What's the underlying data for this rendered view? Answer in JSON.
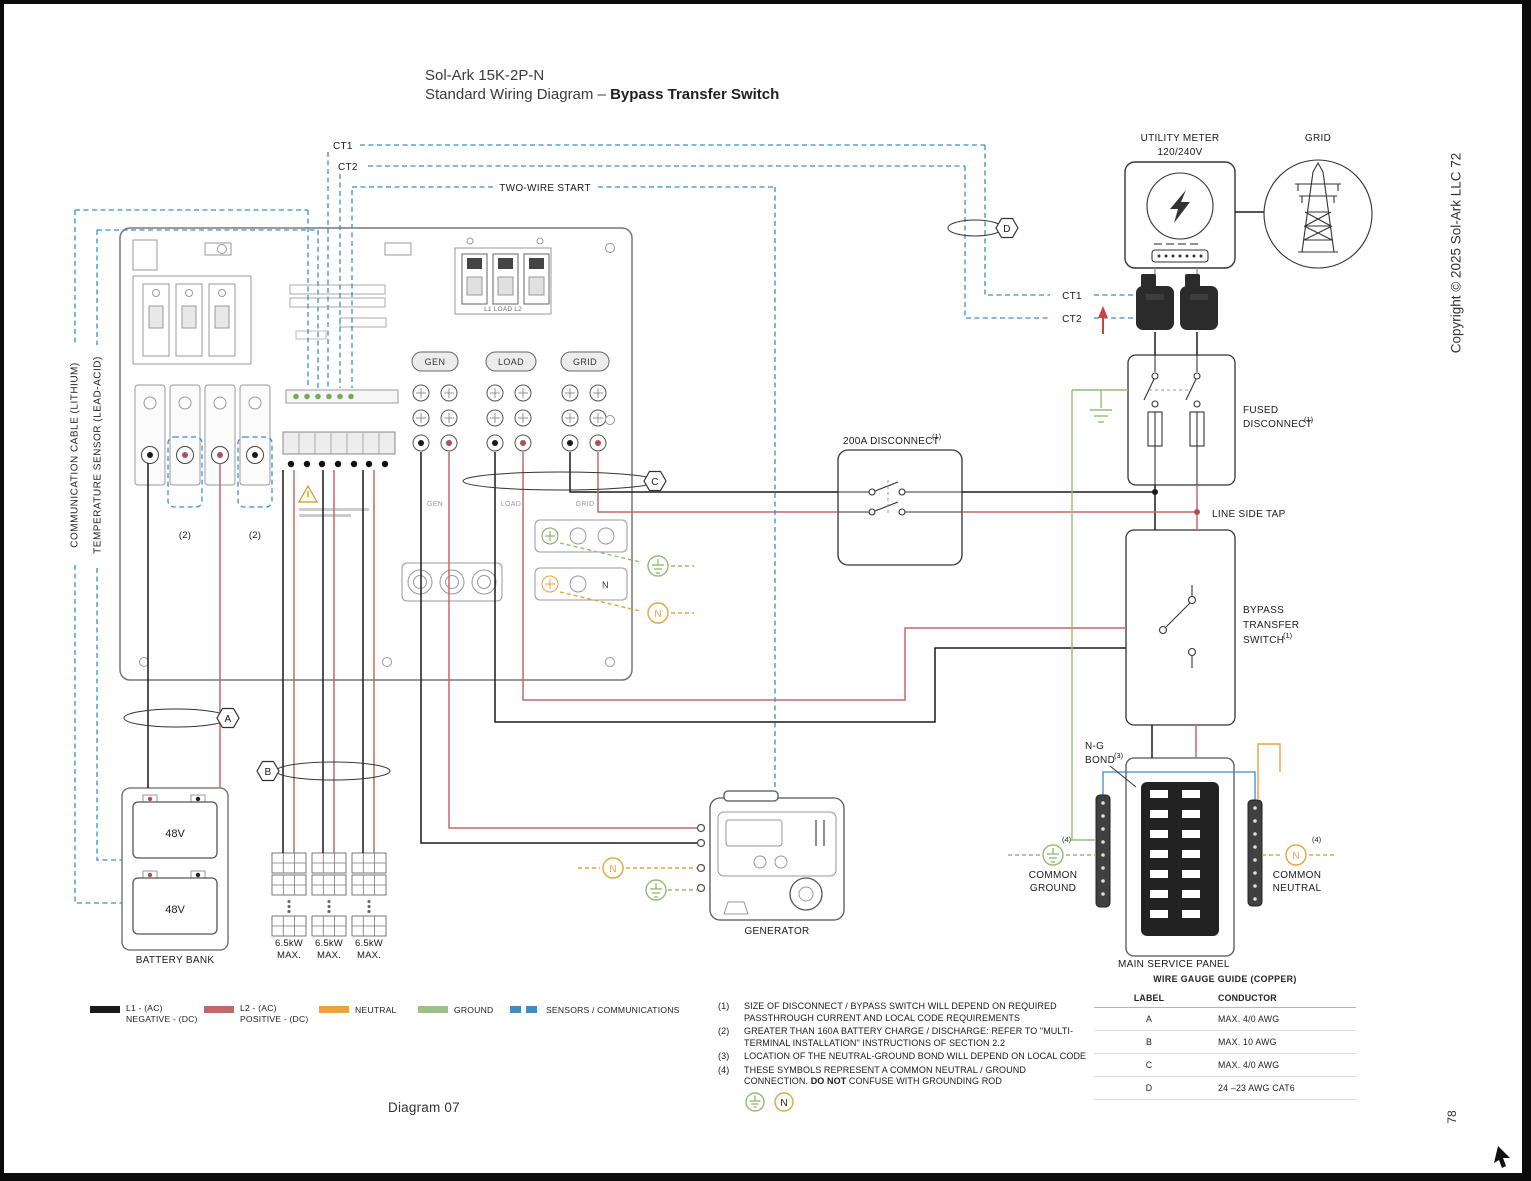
{
  "title": {
    "product": "Sol-Ark 15K-2P-N",
    "doc": "Standard Wiring Diagram – ",
    "doc_bold": "Bypass Transfer Switch"
  },
  "side": {
    "copyright": "Copyright © 2025 Sol-Ark LLC 72",
    "page": "78"
  },
  "footer": {
    "diagram": "Diagram 07"
  },
  "labels": {
    "ct1": "CT1",
    "ct2": "CT2",
    "two_wire_start": "TWO-WIRE START",
    "utility_meter": "UTILITY METER",
    "utility_meter_v": "120/240V",
    "grid": "GRID",
    "fused_1": "FUSED",
    "fused_2": "DISCONNECT",
    "line_side_tap": "LINE SIDE TAP",
    "disconnect_200a": "200A DISCONNECT",
    "bypass_1": "BYPASS",
    "bypass_2": "TRANSFER",
    "bypass_3": "SWITCH",
    "ng_1": "N-G",
    "ng_2": "BOND",
    "main_service_panel": "MAIN SERVICE PANEL",
    "common": "COMMON",
    "ground": "GROUND",
    "neutral": "NEUTRAL",
    "generator": "GENERATOR",
    "sup1": "(1)",
    "sup3": "(3)",
    "sup4": "(4)"
  },
  "vertical_labels": {
    "comm_cable": "COMMUNICATION CABLE (LITHIUM)",
    "temp_sensor": "TEMPERATURE SENSOR (LEAD-ACID)"
  },
  "inverter": {
    "ports": {
      "gen": "GEN",
      "load": "LOAD",
      "grid": "GRID"
    },
    "ac_block": "L1   LOAD   L2",
    "qty": "(2)",
    "n_port": "N"
  },
  "battery": {
    "title": "BATTERY BANK",
    "units": [
      "48V",
      "48V"
    ]
  },
  "pv": {
    "items": [
      {
        "kw": "6.5kW",
        "max": "MAX."
      },
      {
        "kw": "6.5kW",
        "max": "MAX."
      },
      {
        "kw": "6.5kW",
        "max": "MAX."
      }
    ]
  },
  "connectors": {
    "a": "A",
    "b": "B",
    "c": "C",
    "d": "D"
  },
  "symbols": {
    "neutral": "N"
  },
  "legend": {
    "items": [
      {
        "line1": "L1 - (AC)",
        "line2": "NEGATIVE - (DC)",
        "color": "#1a1a1a"
      },
      {
        "line1": "L2 - (AC)",
        "line2": "POSITIVE - (DC)",
        "color": "#c0696a"
      },
      {
        "line1": "NEUTRAL",
        "line2": "",
        "color": "#e8a33d"
      },
      {
        "line1": "GROUND",
        "line2": "",
        "color": "#9dc183"
      },
      {
        "line1": "SENSORS / COMMUNICATIONS",
        "line2": "",
        "color": "#3b8ec8"
      }
    ]
  },
  "notes": {
    "items": [
      {
        "num": "(1)",
        "text": "SIZE OF DISCONNECT / BYPASS SWITCH WILL DEPEND ON REQUIRED PASSTHROUGH CURRENT AND LOCAL CODE REQUIREMENTS"
      },
      {
        "num": "(2)",
        "text": "GREATER THAN 160A BATTERY CHARGE / DISCHARGE: REFER TO \"MULTI-TERMINAL INSTALLATION\" INSTRUCTIONS OF SECTION 2.2"
      },
      {
        "num": "(3)",
        "text": "LOCATION OF THE NEUTRAL-GROUND BOND WILL DEPEND ON LOCAL CODE"
      },
      {
        "num": "(4)",
        "text_a": "THESE SYMBOLS REPRESENT A COMMON NEUTRAL / GROUND CONNECTION. ",
        "text_bold": "DO NOT",
        "text_b": " CONFUSE WITH GROUNDING ROD"
      }
    ]
  },
  "wire_table": {
    "title": "WIRE GAUGE GUIDE (COPPER)",
    "headers": [
      "LABEL",
      "CONDUCTOR"
    ],
    "rows": [
      [
        "A",
        "MAX. 4/0 AWG"
      ],
      [
        "B",
        "MAX. 10 AWG"
      ],
      [
        "C",
        "MAX. 4/0 AWG"
      ],
      [
        "D",
        "24 –23 AWG CAT6"
      ]
    ]
  },
  "colors": {
    "wire_l1_black": "#1a1a1a",
    "wire_l2_red": "#c0696a",
    "wire_neutral": "#e8a33d",
    "wire_ground": "#9dc183",
    "wire_comms": "#3b8ec8"
  }
}
